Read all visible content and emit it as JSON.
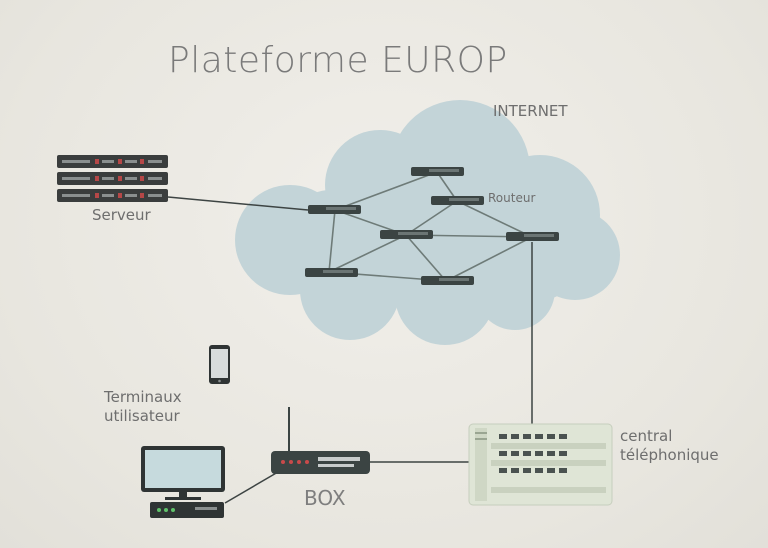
{
  "title": "Plateforme EUROP",
  "cloud_label": "INTERNET",
  "router_label": "Routeur",
  "server_label": "Serveur",
  "terminals_label_line1": "Terminaux",
  "terminals_label_line2": "utilisateur",
  "box_label": "BOX",
  "central_label_line1": "central",
  "central_label_line2": "téléphonique",
  "colors": {
    "background": "#eceae4",
    "cloud": "#c3d4d8",
    "device": "#3b4443",
    "link": "#6e7b78",
    "text": "#6e6e6e"
  },
  "icons": [
    "server-rack-icon",
    "router-icon",
    "smartphone-icon",
    "desktop-computer-icon",
    "wifi-box-icon",
    "telephone-switch-icon"
  ]
}
